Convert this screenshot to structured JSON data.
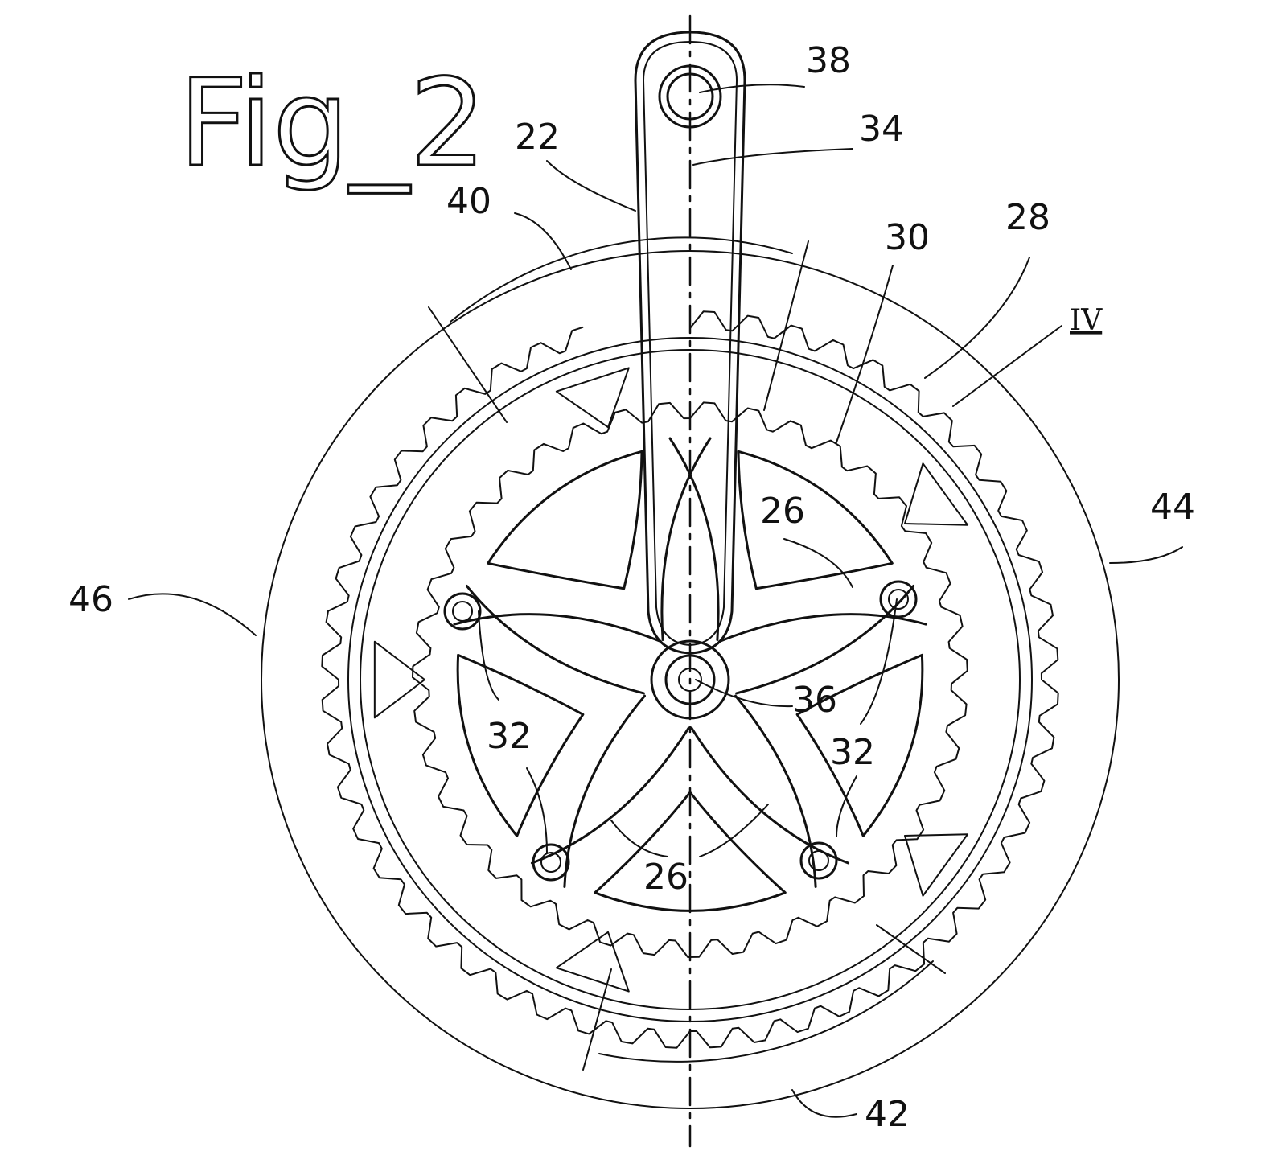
{
  "figure": {
    "title": "Fig_2"
  },
  "labels": {
    "l38": "38",
    "l34": "34",
    "l22": "22",
    "l40": "40",
    "l30": "30",
    "l28": "28",
    "lIV": "IV",
    "l44": "44",
    "l26a": "26",
    "l46": "46",
    "l36": "36",
    "l32a": "32",
    "l32b": "32",
    "l26b": "26",
    "l42": "42"
  }
}
